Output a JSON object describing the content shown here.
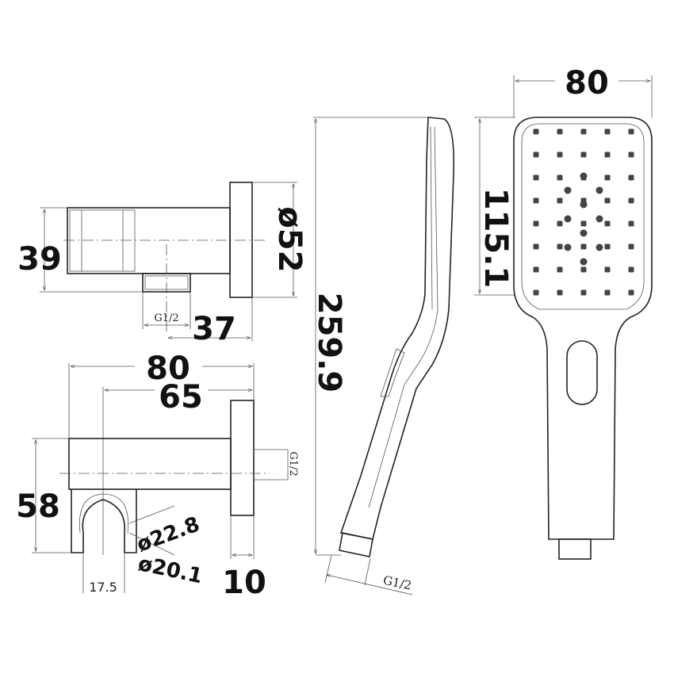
{
  "drawing": {
    "wall_outlet_top": {
      "height": "39",
      "flange_diameter": "ø52",
      "thread": "G1/2",
      "projection": "37"
    },
    "wall_outlet_side": {
      "overall_length": "80",
      "center_length": "65",
      "height": "58",
      "thread": "G1/2",
      "outer_diameter": "ø22.8",
      "inner_diameter": "ø20.1",
      "clip_width": "17.5",
      "flange_thickness": "10"
    },
    "handset_side": {
      "length": "259.9",
      "thread": "G1/2"
    },
    "handset_front": {
      "width": "80",
      "head_height": "115.1"
    }
  }
}
